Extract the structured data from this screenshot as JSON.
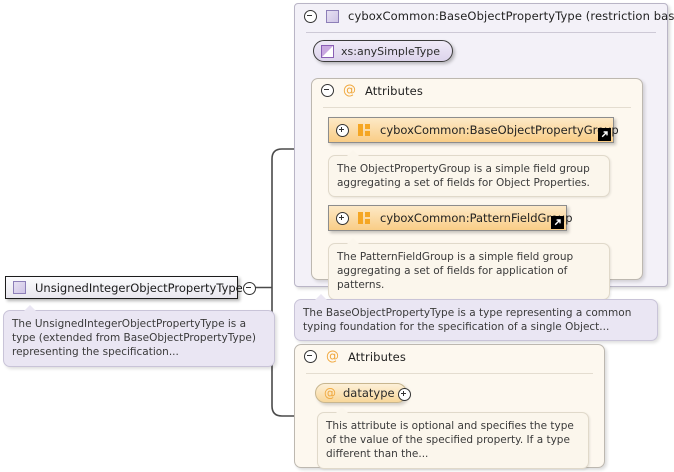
{
  "diagram": {
    "kind": "xsd-schema-diagram",
    "colors": {
      "complex_type_fill": "#f3f1f8",
      "complex_type_border": "#b9b5c6",
      "attributes_fill": "#fdf8ef",
      "attributes_border": "#bdb8b0",
      "group_ref_fill": "#f9cd86",
      "accent_orange": "#f5a623",
      "accent_purple": "#cfc4e6",
      "doc_purple_fill": "#eae6f3",
      "doc_cream_fill": "#fbf6ec",
      "connector": "#4a4a4a"
    },
    "root": {
      "label": "UnsignedIntegerObjectPropertyType",
      "icon": "complex-type-icon",
      "toggle": "collapse-circle-icon",
      "documentation": "The UnsignedIntegerObjectPropertyType is a type (extended from BaseObjectPropertyType) representing the specification..."
    },
    "base_type": {
      "toggle": "collapse-circle-icon",
      "icon": "complex-type-icon",
      "label": "cyboxCommon:BaseObjectPropertyType (restriction base)",
      "simple_type": {
        "icon": "simple-type-icon",
        "label": "xs:anySimpleType"
      },
      "attributes_section": {
        "toggle": "collapse-circle-icon",
        "at_glyph": "@",
        "label": "Attributes",
        "groups": [
          {
            "toggle": "expand-circle-icon",
            "icon": "attribute-group-icon",
            "label": "cyboxCommon:BaseObjectPropertyGroup",
            "external_link": "external-link-icon",
            "documentation": "The ObjectPropertyGroup is a simple field group aggregating a set of fields for Object Properties."
          },
          {
            "toggle": "expand-circle-icon",
            "icon": "attribute-group-icon",
            "label": "cyboxCommon:PatternFieldGroup",
            "external_link": "external-link-icon",
            "documentation": "The PatternFieldGroup is a simple field group aggregating a set of fields for application of patterns."
          }
        ]
      },
      "documentation": "The BaseObjectPropertyType is a type representing a common typing foundation for the specification of a single Object..."
    },
    "local_attributes": {
      "toggle": "collapse-circle-icon",
      "at_glyph": "@",
      "label": "Attributes",
      "items": [
        {
          "at_glyph": "@",
          "label": "datatype",
          "toggle": "expand-circle-icon",
          "documentation": "This attribute is optional and specifies the type of the value of the specified property. If a type different than the..."
        }
      ]
    }
  }
}
